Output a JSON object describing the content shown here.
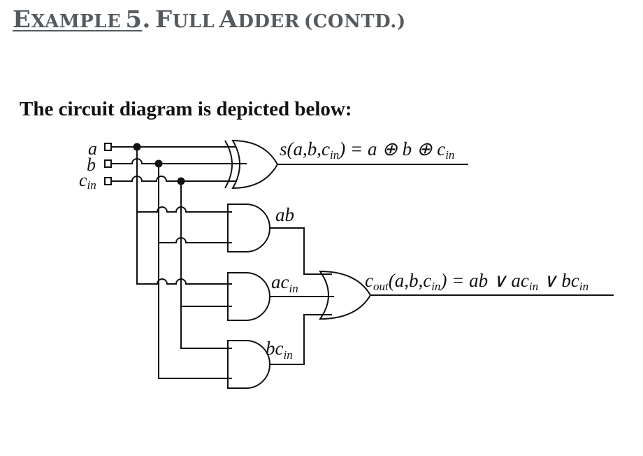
{
  "title": {
    "w1_cap": "E",
    "w1_rest": "XAMPLE",
    "w2": "5",
    "w3_cap": "F",
    "w3_rest": "ULL",
    "w4_cap": "A",
    "w4_rest": "DDER",
    "w5": "(CONTD.)"
  },
  "subtitle": "The circuit diagram is depicted below:",
  "diagram": {
    "inputs": {
      "a": {
        "base": "a",
        "sub": ""
      },
      "b": {
        "base": "b",
        "sub": ""
      },
      "cin": {
        "base": "c",
        "sub": "in"
      }
    },
    "labels": {
      "sum": {
        "s": "s",
        "open": "(a,b,",
        "c": "c",
        "in": "in",
        "close": ") = a ⊕ b ⊕ ",
        "c2": "c",
        "in2": "in"
      },
      "ab": "ab",
      "acin": {
        "base": "ac",
        "sub": "in"
      },
      "bcin": {
        "base": "bc",
        "sub": "in"
      },
      "cout": {
        "c": "c",
        "out": "out",
        "open": "(a,b,",
        "c2": "c",
        "in": "in",
        "mid": ") = ab ∨ ac",
        "in2": "in",
        "or": " ∨ bc",
        "in3": "in"
      }
    }
  }
}
